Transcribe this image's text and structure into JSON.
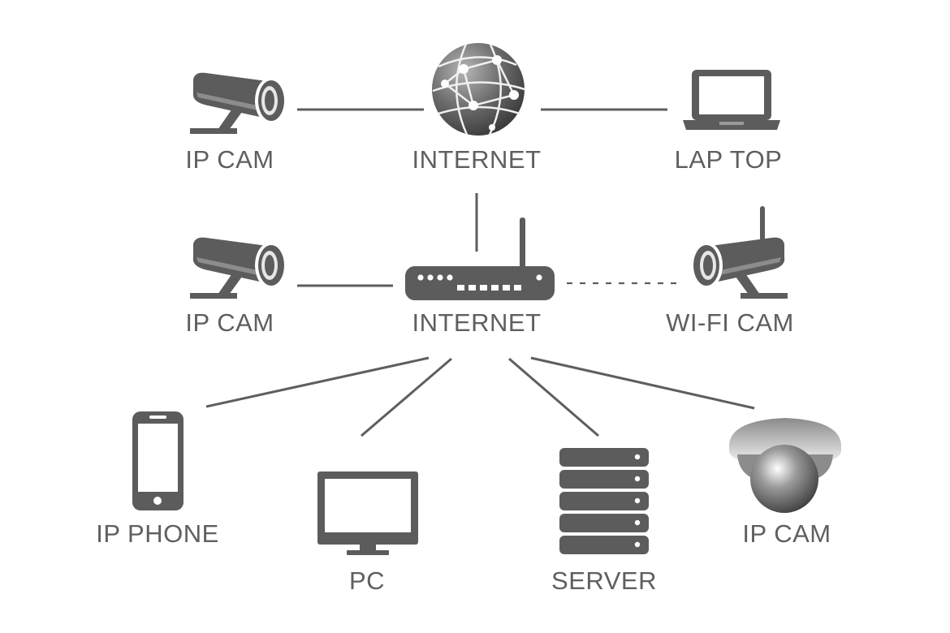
{
  "diagram": {
    "nodes": {
      "ipcam_top": {
        "label": "IP CAM",
        "icon": "bullet-camera-icon"
      },
      "internet": {
        "label": "INTERNET",
        "icon": "globe-icon"
      },
      "laptop": {
        "label": "LAP TOP",
        "icon": "laptop-icon"
      },
      "ipcam_mid": {
        "label": "IP CAM",
        "icon": "bullet-camera-icon"
      },
      "router": {
        "label": "INTERNET",
        "icon": "router-icon"
      },
      "wifi_cam": {
        "label": "WI-FI CAM",
        "icon": "wifi-camera-icon"
      },
      "ip_phone": {
        "label": "IP PHONE",
        "icon": "smartphone-icon"
      },
      "pc": {
        "label": "PC",
        "icon": "monitor-icon"
      },
      "server": {
        "label": "SERVER",
        "icon": "server-icon"
      },
      "ipcam_dome": {
        "label": "IP CAM",
        "icon": "dome-camera-icon"
      }
    },
    "edges": [
      {
        "from": "ipcam_top",
        "to": "internet",
        "style": "solid"
      },
      {
        "from": "internet",
        "to": "laptop",
        "style": "solid"
      },
      {
        "from": "internet",
        "to": "router",
        "style": "solid"
      },
      {
        "from": "ipcam_mid",
        "to": "router",
        "style": "solid"
      },
      {
        "from": "router",
        "to": "wifi_cam",
        "style": "dashed"
      },
      {
        "from": "router",
        "to": "ip_phone",
        "style": "solid"
      },
      {
        "from": "router",
        "to": "pc",
        "style": "solid"
      },
      {
        "from": "router",
        "to": "server",
        "style": "solid"
      },
      {
        "from": "router",
        "to": "ipcam_dome",
        "style": "solid"
      }
    ],
    "colors": {
      "icon": "#5c5c5c",
      "line": "#5e5e5e",
      "text": "#5f5f5f",
      "background": "#ffffff"
    }
  }
}
